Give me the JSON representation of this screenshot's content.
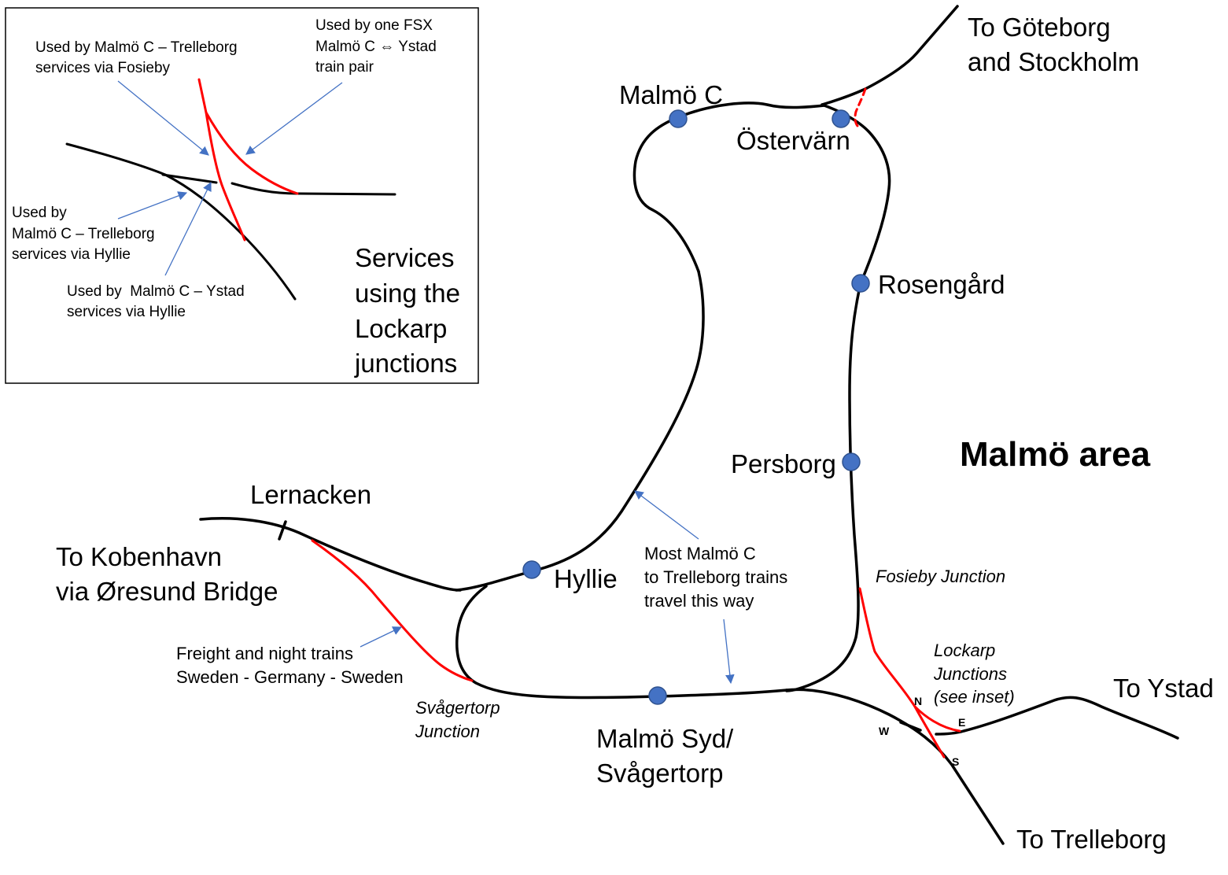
{
  "colors": {
    "track": "#000000",
    "special_route": "#FF0000",
    "station": "#4472C4",
    "station_outline": "#2F528F",
    "annotation_arrow": "#4472C4",
    "inset_border": "#000000"
  },
  "inset": {
    "note_fosieby": [
      "Used by Malmö C – Trelleborg",
      "services via Fosieby"
    ],
    "note_fsx": [
      "Used by one FSX",
      "Malmö C ⇔ Ystad",
      "train pair"
    ],
    "note_hyllie_trelleborg": [
      "Used by",
      "Malmö C – Trelleborg",
      "services via Hyllie"
    ],
    "note_hyllie_ystad": [
      "Used by  Malmö C – Ystad",
      "services via Hyllie"
    ],
    "caption": [
      "Services",
      "using the",
      "Lockarp",
      "junctions"
    ]
  },
  "title": "Malmö area",
  "destinations": {
    "goteborg": [
      "To Göteborg",
      "and Stockholm"
    ],
    "kobenhavn": [
      "To Kobenhavn",
      "via Øresund Bridge"
    ],
    "ystad": "To Ystad",
    "trelleborg": "To Trelleborg"
  },
  "stations": {
    "malmo_c": "Malmö C",
    "ostervarn": "Östervärn",
    "rosengard": "Rosengård",
    "persborg": "Persborg",
    "hyllie": "Hyllie",
    "malmo_syd": [
      "Malmö Syd/",
      "Svågertorp"
    ]
  },
  "places": {
    "lernacken": "Lernacken"
  },
  "junctions": {
    "fosieby": "Fosieby Junction",
    "svagertorp": [
      "Svågertorp",
      "Junction"
    ],
    "lockarp": [
      "Lockarp",
      "Junctions",
      "(see inset)"
    ],
    "lockarp_points": {
      "north": "N",
      "east": "E",
      "west": "W",
      "south": "S"
    }
  },
  "notes": {
    "trelleborg_route": [
      "Most Malmö C",
      "to Trelleborg trains",
      "travel this way"
    ],
    "freight": [
      "Freight and night trains",
      "Sweden - Germany - Sweden"
    ]
  }
}
